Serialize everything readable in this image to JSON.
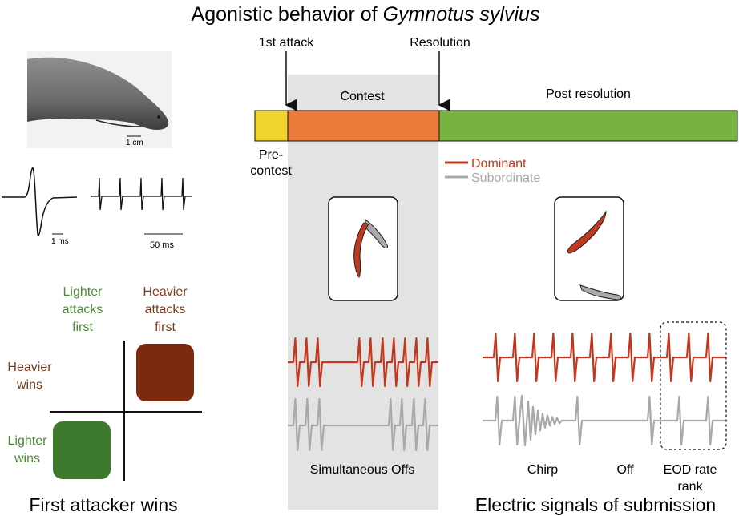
{
  "title_prefix": "Agonistic behavior of ",
  "title_species": "Gymnotus sylvius",
  "photo": {
    "scale_label": "1 cm"
  },
  "eod": {
    "single_scale": "1 ms",
    "train_scale": "50 ms"
  },
  "timeline": {
    "first_attack": "1st attack",
    "resolution": "Resolution",
    "contest": "Contest",
    "post_resolution": "Post resolution",
    "pre_contest_line1": "Pre-",
    "pre_contest_line2": "contest"
  },
  "legend": {
    "dominant": "Dominant",
    "subordinate": "Subordinate"
  },
  "matrix": {
    "col_left": [
      "Lighter",
      "attacks",
      "first"
    ],
    "col_right": [
      "Heavier",
      "attacks",
      "first"
    ],
    "row_top": [
      "Heavier",
      "wins"
    ],
    "row_bottom": [
      "Lighter",
      "wins"
    ]
  },
  "signals": {
    "simultaneous_offs": "Simultaneous Offs",
    "chirp": "Chirp",
    "off": "Off",
    "eod_rate_rank": [
      "EOD rate",
      "rank"
    ]
  },
  "bottom": {
    "left": "First attacker wins",
    "right": "Electric signals of submission"
  },
  "colors": {
    "dominant": "#c0391e",
    "subordinate": "#a9a9a9",
    "pre_contest": "#f2d42e",
    "contest": "#ea7b3a",
    "post_resolution": "#76b341",
    "contest_shade": "#e3e3e3",
    "heavier": "#7b2a10",
    "lighter": "#3e7a2e",
    "lighter_text": "#4d8a34",
    "heavier_text": "#7a3b20"
  }
}
